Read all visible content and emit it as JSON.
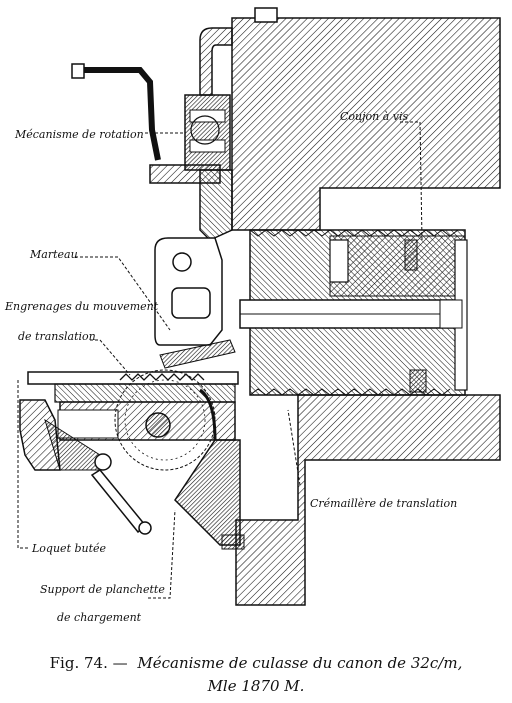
{
  "figure": {
    "caption_prefix": "Fig. 74. —",
    "caption_title": "Mécanisme de culasse du canon de 32c/m,",
    "caption_line2": "Mle 1870 M."
  },
  "labels": {
    "rotation": "Mécanisme de rotation",
    "coujon": "Coujon à vis",
    "marteau": "Marteau",
    "engrenages": "Engrenages du mouvement",
    "translation": "de translation",
    "cremaillere": "Crémaillère de translation",
    "loquet": "Loquet butée",
    "support": "Support de planchette",
    "chargement": "de chargement"
  },
  "colors": {
    "ink": "#111111",
    "paper": "#ffffff"
  }
}
